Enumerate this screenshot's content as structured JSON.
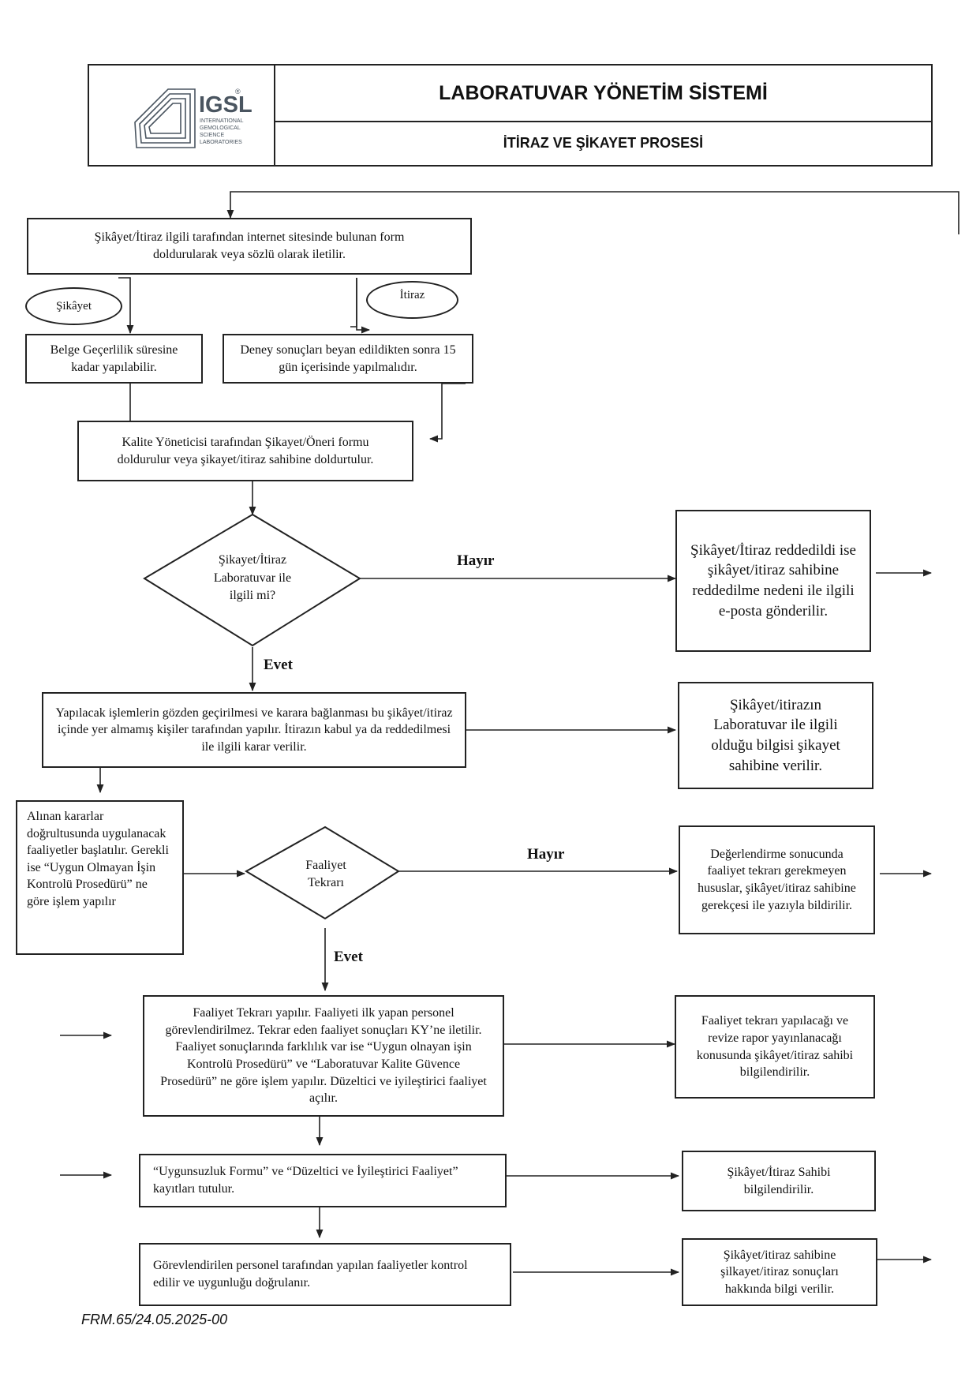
{
  "header": {
    "logo": {
      "brand": "IGSL",
      "tagline": [
        "INTERNATIONAL",
        "GEMOLOGICAL",
        "SCIENCE",
        "LABORATORIES"
      ],
      "registered": "®"
    },
    "title": "LABORATUVAR YÖNETİM SİSTEMİ",
    "subtitle": "İTİRAZ VE ŞİKAYET PROSESİ"
  },
  "flow": {
    "start": "Şikâyet/İtiraz ilgili tarafından internet sitesinde bulunan form doldurularak veya sözlü olarak iletilir.",
    "ellipse_complaint": "Şikâyet",
    "ellipse_objection": "İtiraz",
    "complaint_note": "Belge Geçerlilik süresine kadar yapılabilir.",
    "objection_note": "Deney sonuçları beyan edildikten sonra 15 gün içerisinde yapılmalıdır.",
    "form_fill": "Kalite Yöneticisi tarafından Şikayet/Öneri formu doldurulur veya şikayet/itiraz sahibine doldurtulur.",
    "decision1": "Şikayet/İtiraz Laboratuvar ile ilgili mi?",
    "no1_label": "Hayır",
    "rejected": "Şikâyet/İtiraz reddedildi ise şikâyet/itiraz sahibine reddedilme nedeni ile ilgili e-posta gönderilir.",
    "yes1_label": "Evet",
    "review": "Yapılacak işlemlerin gözden geçirilmesi ve karara bağlanması bu şikâyet/itiraz içinde yer almamış kişiler tarafından yapılır. İtirazın kabul ya da reddedilmesi ile ilgili karar verilir.",
    "related_info": "Şikâyet/itirazın Laboratuvar ile ilgili olduğu bilgisi şikayet sahibine verilir.",
    "actions": "Alınan kararlar doğrultusunda uygulanacak faaliyetler başlatılır. Gerekli ise “Uygun Olmayan İşin Kontrolü Prosedürü” ne göre işlem yapılır",
    "decision2": "Faaliyet Tekrarı",
    "no2_label": "Hayır",
    "no_repeat": "Değerlendirme sonucunda faaliyet tekrarı gerekmeyen hususlar, şikâyet/itiraz sahibine gerekçesi ile yazıyla bildirilir.",
    "yes2_label": "Evet",
    "repeat": "Faaliyet Tekrarı yapılır. Faaliyeti ilk yapan personel görevlendirilmez. Tekrar eden faaliyet sonuçları KY’ne iletilir. Faaliyet sonuçlarında farklılık var ise “Uygun olnayan işin Kontrolü Prosedürü” ve “Laboratuvar Kalite Güvence Prosedürü” ne göre işlem yapılır. Düzeltici ve iyileştirici faaliyet açılır.",
    "repeat_info": "Faaliyet tekrarı yapılacağı ve revize rapor yayınlanacağı konusunda şikâyet/itiraz sahibi bilgilendirilir.",
    "records": "“Uygunsuzluk Formu” ve “Düzeltici ve İyileştirici Faaliyet” kayıtları tutulur.",
    "owner_informed": "Şikâyet/İtiraz Sahibi bilgilendirilir.",
    "verify": "Görevlendirilen personel tarafından yapılan faaliyetler kontrol edilir ve uygunluğu doğrulanır.",
    "result_info": "Şikâyet/itiraz sahibine şilkayet/itiraz sonuçları hakkında bilgi verilir."
  },
  "footer": "FRM.65/24.05.2025-00",
  "colors": {
    "line": "#222222",
    "logo": "#4a5560"
  }
}
